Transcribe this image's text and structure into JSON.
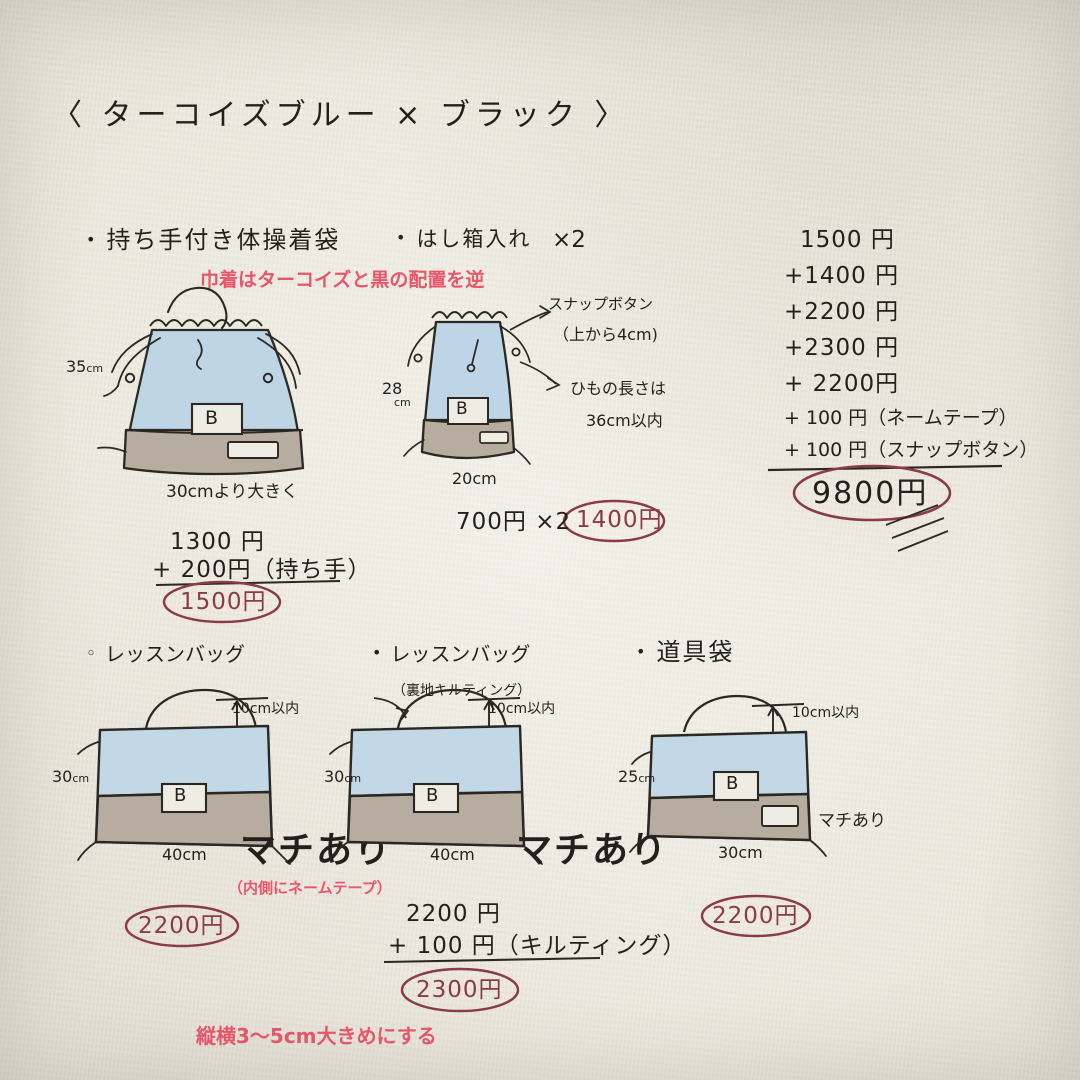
{
  "page": {
    "title": "〈 ターコイズブルー × ブラック 〉",
    "paper_color": "#eeebe1",
    "ink_color": "#2b2722",
    "red_color": "#e8566a",
    "maroon_color": "#8a3b46"
  },
  "items": {
    "gym_bag": {
      "heading": "持ち手付き体操着袋",
      "red_note": "巾着はターコイズと黒の配置を逆",
      "height": "35",
      "height_unit": "cm",
      "width_note": "30cmより大きく",
      "patch": "B",
      "price_base": "1300 円",
      "price_add": "+  200円（持ち手）",
      "price_total": "1500円"
    },
    "chopstick_case": {
      "heading": "はし箱入れ",
      "qty": "×2",
      "note_snap": "スナップボタン",
      "note_snap_sub": "（上から4cm)",
      "note_cord": "ひもの長さは",
      "note_cord_sub": "36cm以内",
      "height": "28",
      "height_unit": "cm",
      "width": "20cm",
      "patch": "B",
      "price_unit": "700円 ×2",
      "price_total": "1400円"
    },
    "lesson_bag_1": {
      "heading": "レッスンバッグ",
      "handle_note": "10cm以内",
      "height": "30",
      "height_unit": "cm",
      "width": "40cm",
      "patch": "B",
      "machi": "マチあり",
      "red_note": "（内側にネームテープ）",
      "price_total": "2200円"
    },
    "lesson_bag_2": {
      "heading": "レッスンバッグ",
      "lining_note": "（裏地キルティング）",
      "handle_note": "10cm以内",
      "height": "30",
      "height_unit": "cm",
      "width": "40cm",
      "patch": "B",
      "machi": "マチあり",
      "price_base": "2200 円",
      "price_add": "+ 100 円（キルティング）",
      "price_total": "2300円"
    },
    "tool_bag": {
      "heading": "道具袋",
      "handle_note": "10cm以内",
      "height": "25",
      "height_unit": "cm",
      "width": "30cm",
      "patch": "B",
      "machi": "マチあり",
      "price_total": "2200円"
    }
  },
  "summary": {
    "lines": [
      "1500 円",
      "+1400 円",
      "+2200 円",
      "+2300 円",
      "+ 2200円",
      "+   100 円（ネームテープ）",
      "+   100 円（スナップボタン）"
    ],
    "total": "9800円"
  },
  "footer": {
    "red_note": "縦横3〜5cm大きめにする"
  }
}
